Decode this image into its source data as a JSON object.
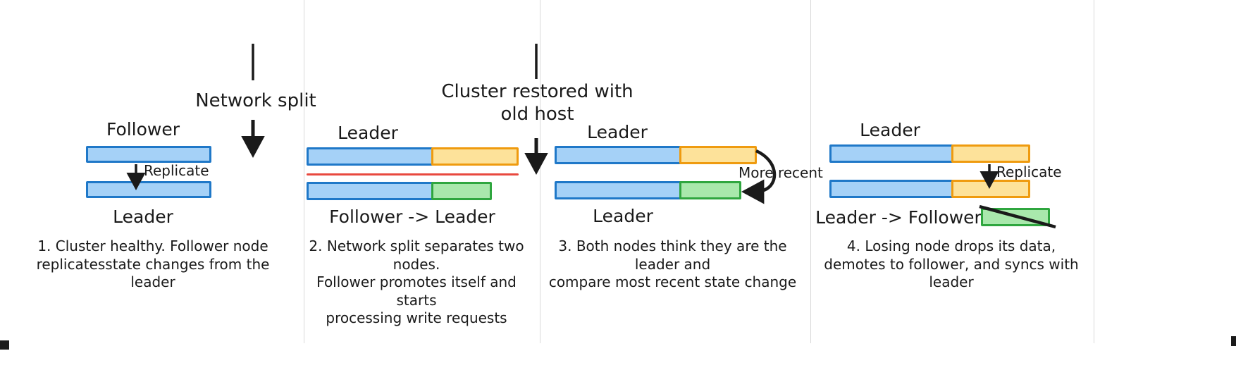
{
  "diagram": {
    "title_hidden": "Raft leader failover with network split",
    "transitions": [
      {
        "id": "network-split",
        "label": "Network split"
      },
      {
        "id": "cluster-restored",
        "label": "Cluster restored with\nold host"
      }
    ],
    "panels": [
      {
        "id": "panel-1",
        "top_label": "Follower",
        "bottom_label": "Leader",
        "inner_label": "Replicate",
        "caption": "1. Cluster healthy. Follower node\nreplicatesstate changes from the leader",
        "top_row": [
          {
            "color": "blue"
          }
        ],
        "bottom_row": [
          {
            "color": "blue"
          }
        ]
      },
      {
        "id": "panel-2",
        "top_label": "Leader",
        "bottom_label": "Follower -> Leader",
        "inner_label": "",
        "caption": "2. Network split separates two nodes.\nFollower promotes itself and starts\nprocessing write requests",
        "top_row": [
          {
            "color": "blue"
          },
          {
            "color": "orange"
          }
        ],
        "bottom_row": [
          {
            "color": "blue"
          },
          {
            "color": "green"
          }
        ]
      },
      {
        "id": "panel-3",
        "top_label": "Leader",
        "bottom_label": "Leader",
        "inner_label": "More recent",
        "caption": "3. Both nodes think they are the leader and\ncompare most recent state change",
        "top_row": [
          {
            "color": "blue"
          },
          {
            "color": "orange"
          }
        ],
        "bottom_row": [
          {
            "color": "blue"
          },
          {
            "color": "green"
          }
        ]
      },
      {
        "id": "panel-4",
        "top_label": "Leader",
        "bottom_label": "Leader -> Follower",
        "inner_label": "Replicate",
        "caption": "4. Losing node drops its data,\ndemotes to follower, and syncs with leader",
        "top_row": [
          {
            "color": "blue"
          },
          {
            "color": "orange"
          }
        ],
        "bottom_row": [
          {
            "color": "blue"
          },
          {
            "color": "orange"
          }
        ],
        "discarded_block": {
          "color": "green",
          "struck_through": true
        }
      }
    ],
    "colors": {
      "blue_fill": "#a5d1f7",
      "blue_stroke": "#1f78c8",
      "orange_fill": "#fde29a",
      "orange_stroke": "#ef9b0f",
      "green_fill": "#a9e8ac",
      "green_stroke": "#2fa63f",
      "split_line": "#e8493f",
      "arrow": "#1a1a1a",
      "background": "#ffffff"
    }
  }
}
